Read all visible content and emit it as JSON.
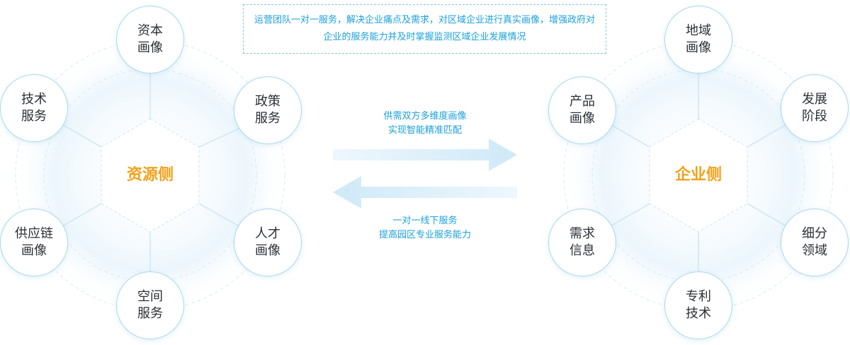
{
  "top_note": "运营团队一对一服务，解决企业痛点及需求，对区域企业进行真实画像，增强政府对企业的服务能力并及时掌握监测区域企业发展情况",
  "left": {
    "center": "资源侧",
    "nodes": [
      {
        "label": "资本\n画像"
      },
      {
        "label": "政策\n服务"
      },
      {
        "label": "人才\n画像"
      },
      {
        "label": "空间\n服务"
      },
      {
        "label": "供应链\n画像"
      },
      {
        "label": "技术\n服务"
      }
    ]
  },
  "right": {
    "center": "企业侧",
    "nodes": [
      {
        "label": "地域\n画像"
      },
      {
        "label": "发展\n阶段"
      },
      {
        "label": "细分\n领域"
      },
      {
        "label": "专利\n技术"
      },
      {
        "label": "需求\n信息"
      },
      {
        "label": "产品\n画像"
      }
    ]
  },
  "arrow_right_text": "供需双方多维度画像\n实现智能精准匹配",
  "arrow_left_text": "一对一线下服务\n提高园区专业服务能力",
  "colors": {
    "accent_blue": "#1a9fdc",
    "center_orange": "#f3a11b",
    "arrow_light": "#d9eefa"
  }
}
